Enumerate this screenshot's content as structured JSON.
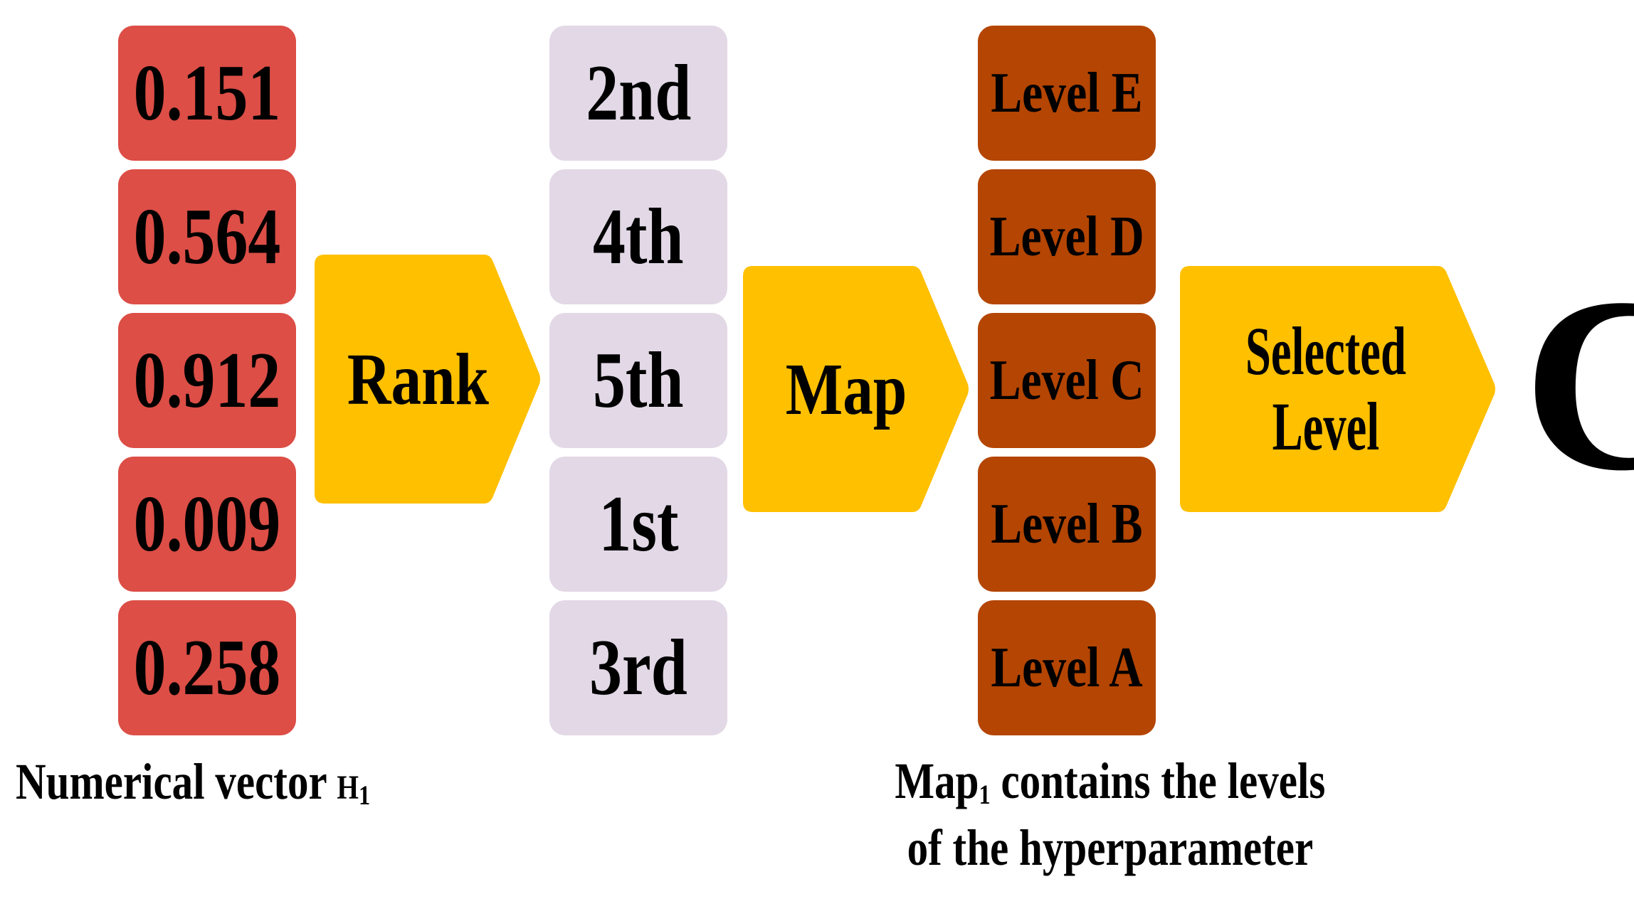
{
  "values_column": {
    "cells": [
      "0.151",
      "0.564",
      "0.912",
      "0.009",
      "0.258"
    ]
  },
  "rank_arrow": {
    "label": "Rank"
  },
  "ranks_column": {
    "cells": [
      "2nd",
      "4th",
      "5th",
      "1st",
      "3rd"
    ]
  },
  "map_arrow": {
    "label": "Map"
  },
  "levels_column": {
    "cells": [
      "Level E",
      "Level D",
      "Level C",
      "Level B",
      "Level A"
    ]
  },
  "selected_arrow": {
    "line1": "Selected",
    "line2": "Level"
  },
  "result": {
    "letter": "C"
  },
  "captions": {
    "vector_text": "Numerical vector ",
    "vector_symbol": "H",
    "vector_subscript": "1",
    "map_name": "Map",
    "map_subscript": "1",
    "map_line1_rest": " contains the levels",
    "map_line2": "of the hyperparameter"
  },
  "colors": {
    "values_fill": "#dc4e46",
    "ranks_fill": "#e2d8e6",
    "levels_fill": "#b44502",
    "arrow_fill": "#ffc000"
  }
}
